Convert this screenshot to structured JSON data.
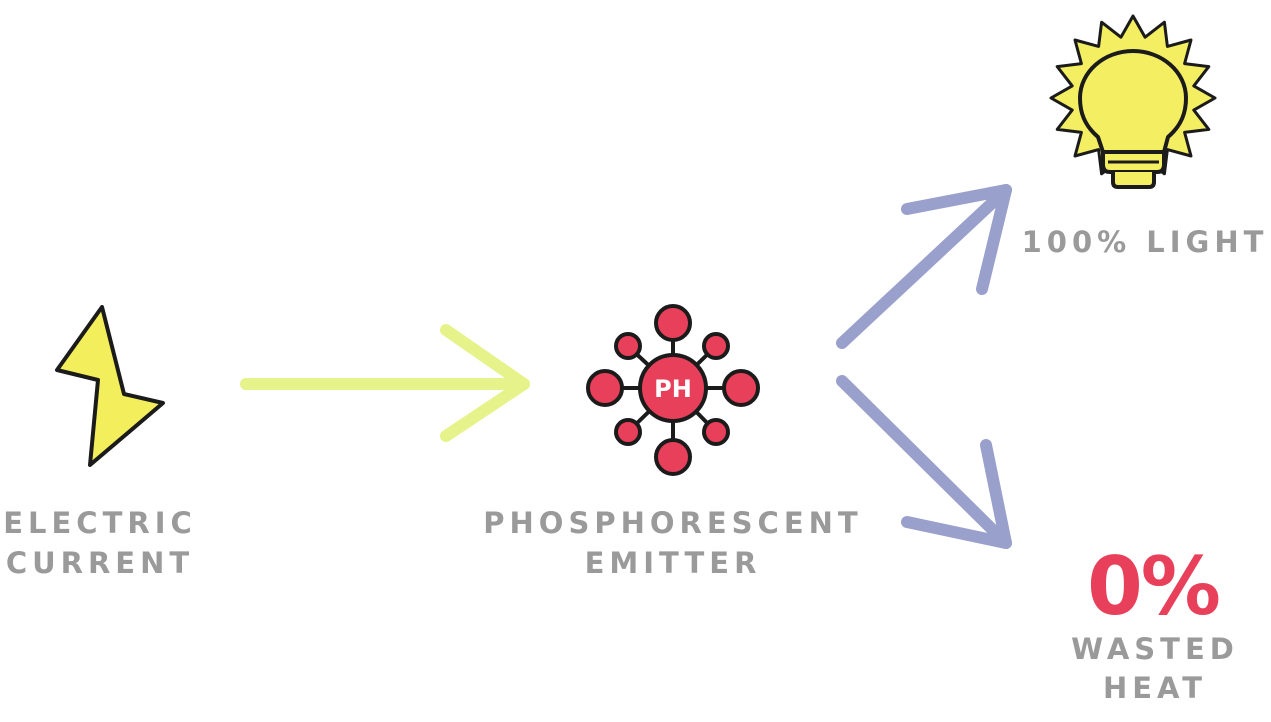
{
  "colors": {
    "background": "#ffffff",
    "label_gray": "#9a9a9a",
    "accent_red": "#e8405a",
    "bolt_yellow": "#f3ee5c",
    "bulb_yellow": "#f4ee62",
    "input_arrow": "#e6f28a",
    "output_arrow": "#9aa0cc",
    "outline": "#1b1b1b"
  },
  "icons": {
    "source": "lightning-bolt-icon",
    "emitter": "molecule-icon",
    "output": "light-bulb-icon"
  },
  "source": {
    "line1": "ELECTRIC",
    "line2": "CURRENT"
  },
  "emitter": {
    "badge": "PH",
    "line1": "PHOSPHORESCENT",
    "line2": "EMITTER"
  },
  "light_output": {
    "label": "100% LIGHT"
  },
  "heat_output": {
    "value": "0%",
    "line1": "WASTED",
    "line2": "HEAT"
  }
}
